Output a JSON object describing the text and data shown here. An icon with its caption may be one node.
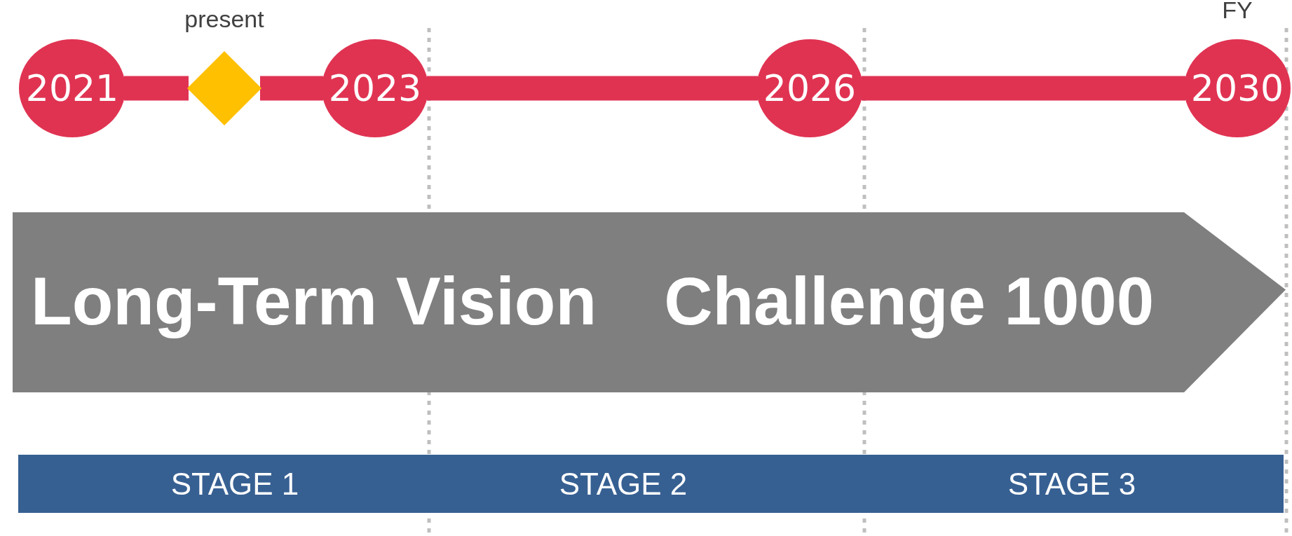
{
  "diagram": {
    "nodes": [
      {
        "text": [
          "2021"
        ]
      },
      {
        "text": [],
        "shape": "diamond",
        "beside": [
          "present"
        ]
      },
      {
        "text": [
          "2023"
        ]
      },
      {
        "text": [
          "2026"
        ]
      },
      {
        "text": [
          "2030"
        ],
        "beside": [
          "FY"
        ]
      },
      {
        "text": [
          "Long-Term Vision　Challenge 1000"
        ]
      },
      {
        "text": [
          "STAGE 1",
          "STAGE 2",
          "STAGE 3"
        ]
      }
    ],
    "edges": [
      {
        "from": 0,
        "to": 1,
        "arrow": "none"
      },
      {
        "from": 1,
        "to": 2,
        "arrow": "none"
      },
      {
        "from": 2,
        "to": 3,
        "arrow": "none"
      },
      {
        "from": 3,
        "to": 4,
        "arrow": "none"
      }
    ]
  }
}
